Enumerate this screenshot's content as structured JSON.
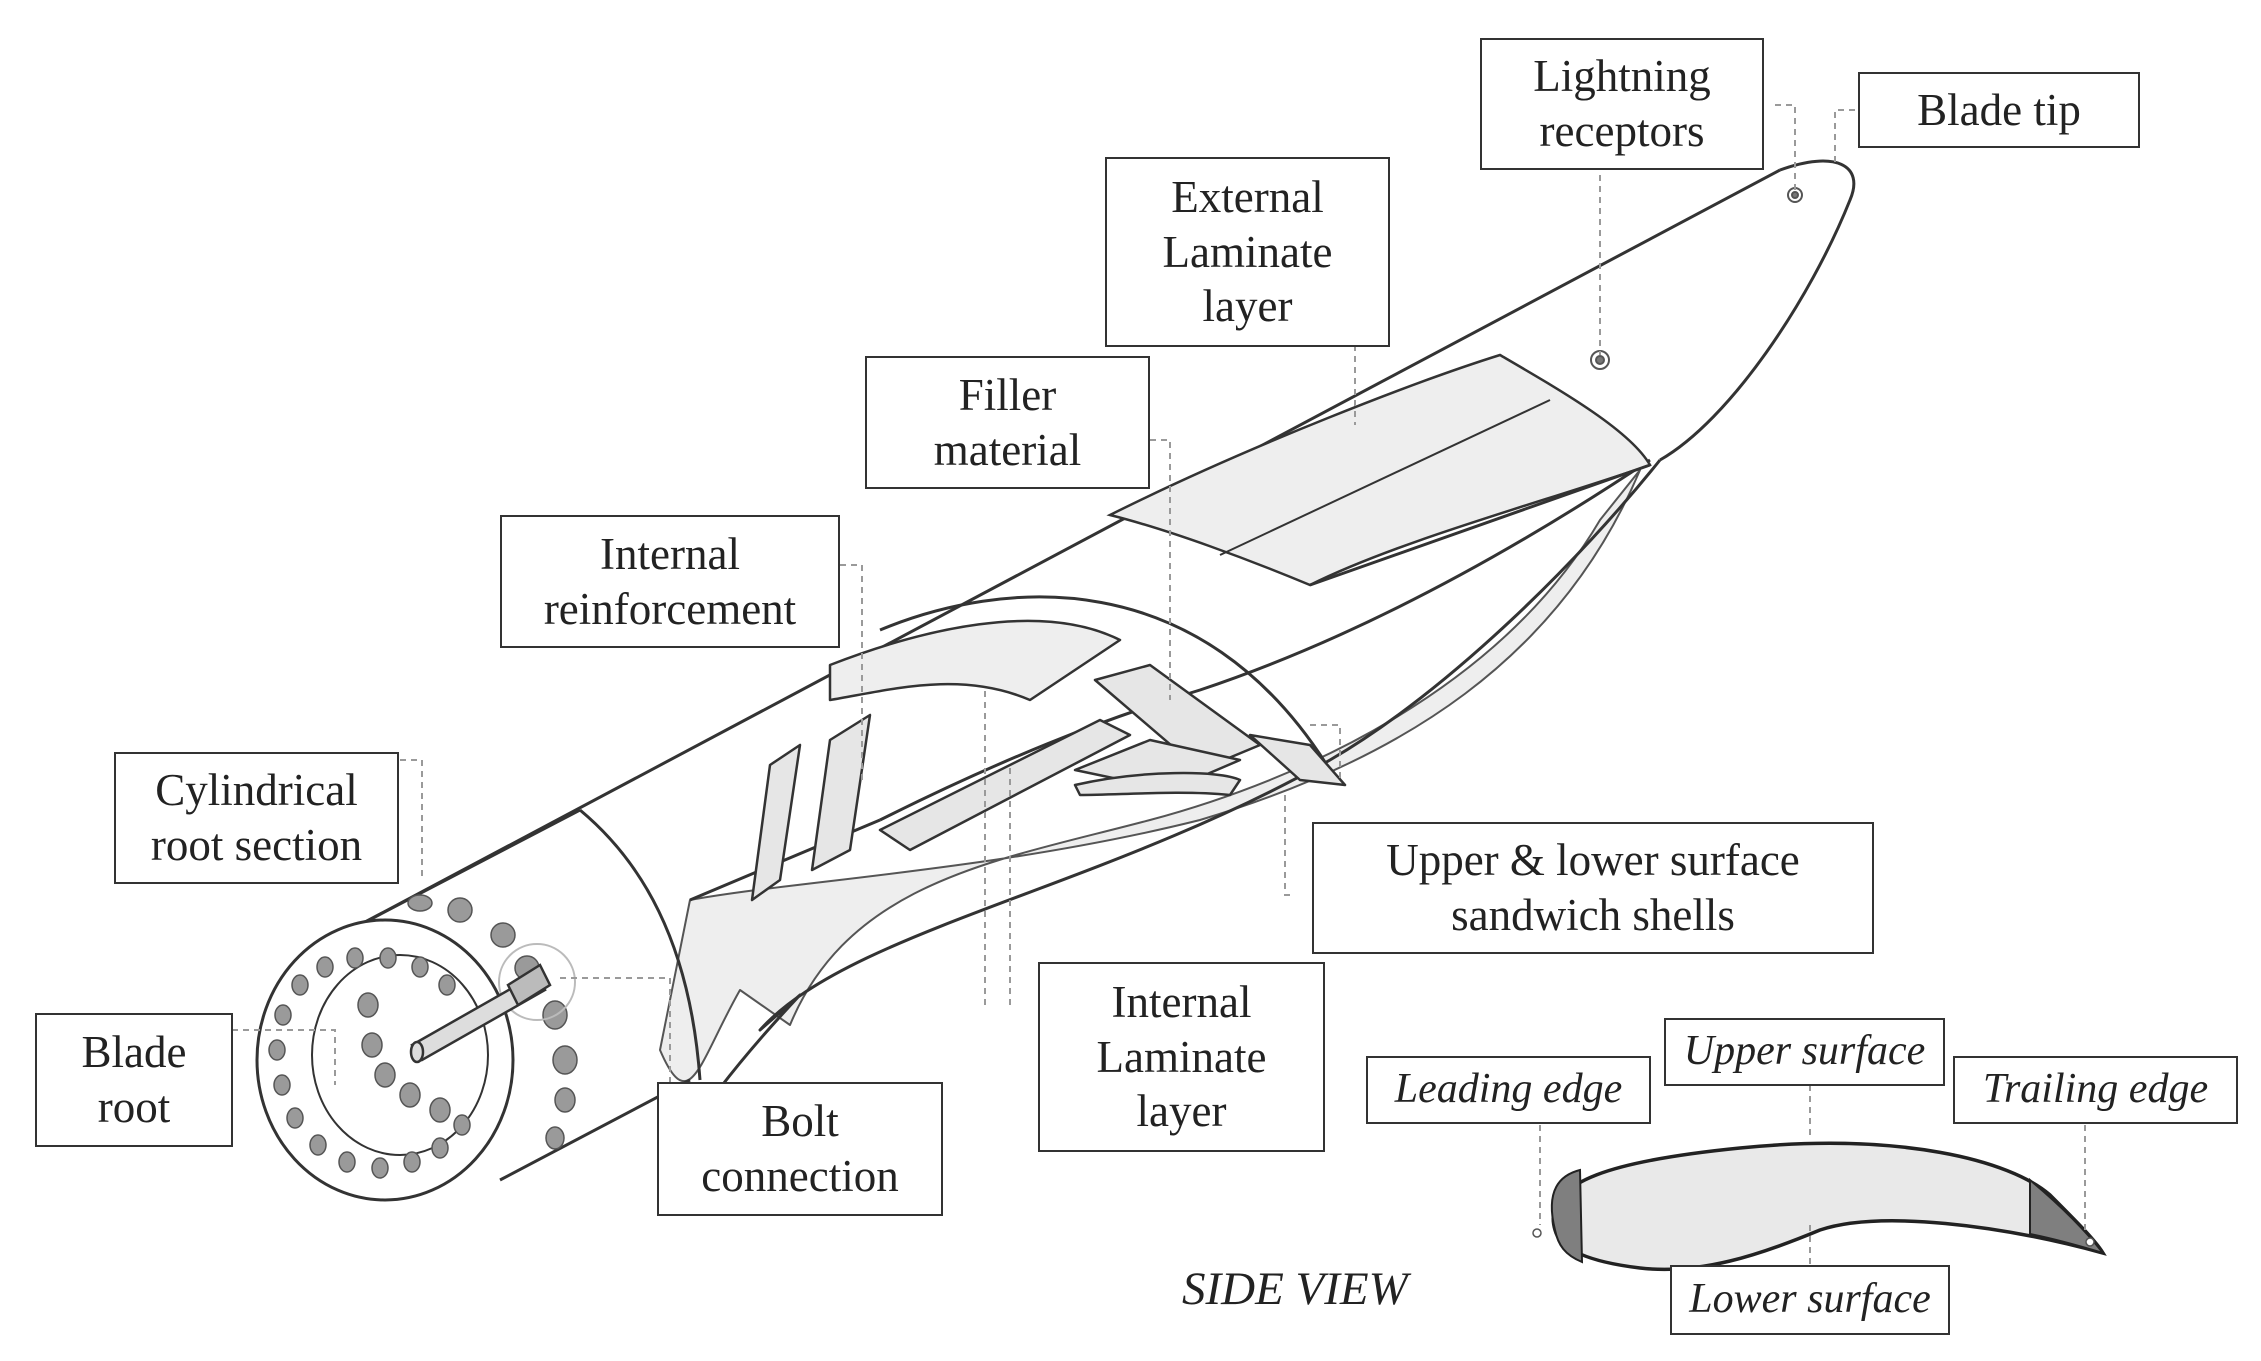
{
  "labels": {
    "lightning_receptors": "Lightning\nreceptors",
    "blade_tip": "Blade tip",
    "external_laminate": "External\nLaminate\nlayer",
    "filler_material": "Filler\nmaterial",
    "internal_reinforcement": "Internal\nreinforcement",
    "cylindrical_root": "Cylindrical\nroot section",
    "blade_root": "Blade\nroot",
    "bolt_connection": "Bolt\nconnection",
    "internal_laminate": "Internal\nLaminate\nlayer",
    "sandwich_shells": "Upper & lower surface\nsandwich shells"
  },
  "side_view": {
    "caption": "SIDE VIEW",
    "leading_edge": "Leading edge",
    "upper_surface": "Upper surface",
    "trailing_edge": "Trailing edge",
    "lower_surface": "Lower surface"
  },
  "colors": {
    "outline": "#333333",
    "panel_fill": "#e9e9e9",
    "hole_fill": "#9a9a9a",
    "edge_fill": "#7f7f7f",
    "leader": "#9a9a9a"
  }
}
